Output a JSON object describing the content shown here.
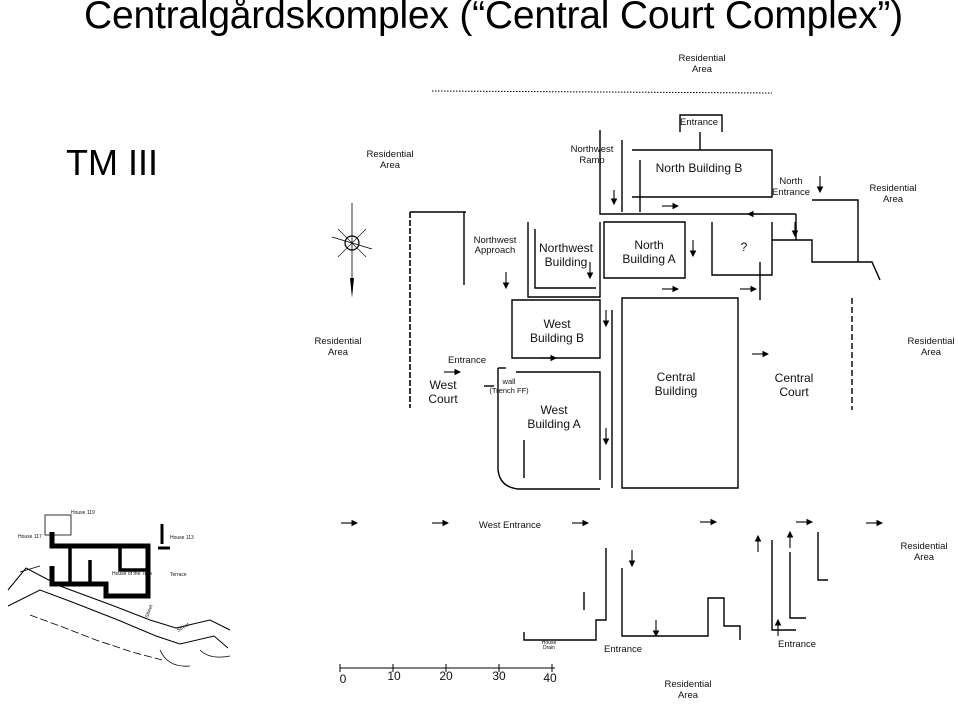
{
  "slide": {
    "title": "Centralgårdskomplex (“Central Court Complex”)",
    "subtitle": "TM III"
  },
  "plan": {
    "labels": {
      "residential_top": [
        "Residential",
        "Area"
      ],
      "residential_nw": [
        "Residential",
        "Area"
      ],
      "residential_ne": [
        "Residential",
        "Area"
      ],
      "residential_w": [
        "Residential",
        "Area"
      ],
      "residential_e": [
        "Residential",
        "Area"
      ],
      "residential_se": [
        "Residential",
        "Area"
      ],
      "residential_bottom": [
        "Residential",
        "Area"
      ],
      "entrance_north": "Entrance",
      "northwest_ramp": [
        "Northwest",
        "Ramp"
      ],
      "north_building_b": "North Building B",
      "north_entrance": [
        "North",
        "Entrance"
      ],
      "northwest_approach": [
        "Northwest",
        "Approach"
      ],
      "northwest_building": [
        "Northwest",
        "Building"
      ],
      "north_building_a": [
        "North",
        "Building A"
      ],
      "question_mark": "?",
      "west_building_b": [
        "West",
        "Building B"
      ],
      "entrance_west": "Entrance",
      "west_court": [
        "West",
        "Court"
      ],
      "wall_trench": [
        "wall",
        "(Trench FF)"
      ],
      "west_building_a": [
        "West",
        "Building A"
      ],
      "central_building": [
        "Central",
        "Building"
      ],
      "central_court": [
        "Central",
        "Court"
      ],
      "west_entrance": "West Entrance",
      "entrance_south": "Entrance",
      "entrance_southeast": "Entrance",
      "drain": [
        "House",
        "Drain"
      ]
    },
    "scale_bar": [
      "0",
      "10",
      "20",
      "30",
      "40"
    ]
  },
  "inset": {
    "labels": {
      "house_119": "House 119",
      "house_117": "House 117",
      "house_113": "House 113",
      "house_tiles": "House of the Tiles",
      "terrace": "Terrace",
      "street_1": "Street",
      "street_2": "Street"
    }
  }
}
